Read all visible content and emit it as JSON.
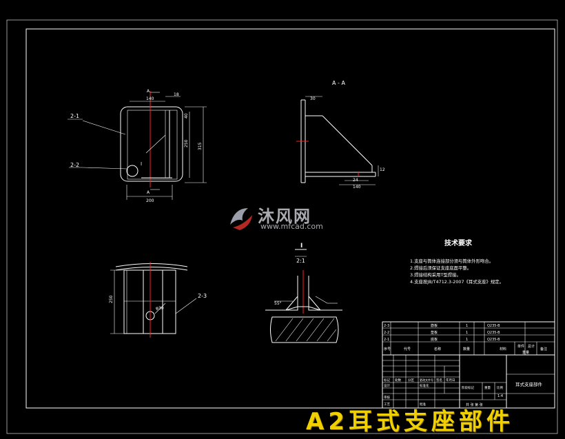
{
  "labels": {
    "item_2_1": "2-1",
    "item_2_2": "2-2",
    "item_2_3": "2-3",
    "section_aa": "A - A",
    "detail_i": "I",
    "detail_scale": "2:1",
    "tech_title": "技术要求"
  },
  "tech_notes": [
    "1.支座与筒体连接部分须与筒体外形吻合。",
    "2.焊接后须保证支座底面平整。",
    "3.焊接结构采用T型焊接。",
    "4.支座按JB/T4712.3-2007《耳式支座》规定。"
  ],
  "dims": {
    "front_width": "140",
    "front_offset": "18",
    "front_height_inner": "250",
    "front_height_outer": "315",
    "front_small": "40",
    "front_base": "200",
    "side_top": "30",
    "side_base": "140",
    "side_base_b": "24",
    "side_foot": "12",
    "detail_angle": "55°",
    "plan_height": "250",
    "plan_hole": "φ30"
  },
  "title_block": {
    "rows": [
      {
        "no": "2-3",
        "name": "筋板",
        "qty": "1",
        "mat": "Q235-B"
      },
      {
        "no": "2-2",
        "name": "垫板",
        "qty": "1",
        "mat": "Q235-B"
      },
      {
        "no": "2-1",
        "name": "底板",
        "qty": "1",
        "mat": "Q235-B"
      }
    ],
    "header": [
      "序号",
      "代号",
      "名称",
      "数量",
      "材料",
      "单件",
      "总计",
      "备注"
    ],
    "header_weight": "重量",
    "drawing_title": "耳式支座部件",
    "labels_left": [
      "标记",
      "处数",
      "分区",
      "更改文件号",
      "签名",
      "年月日"
    ],
    "labels_left2": [
      "设计",
      "标准化"
    ],
    "labels_left3": [
      "审核",
      "工艺",
      "批准"
    ],
    "stage_labels": [
      "阶段标记",
      "重量",
      "比例"
    ],
    "scale_value": "1:4",
    "sheet_text": "共 张 第 张"
  },
  "watermark": {
    "cn": "沐风网",
    "url": "www.mfcad.com"
  },
  "caption": "A2耳式支座部件"
}
